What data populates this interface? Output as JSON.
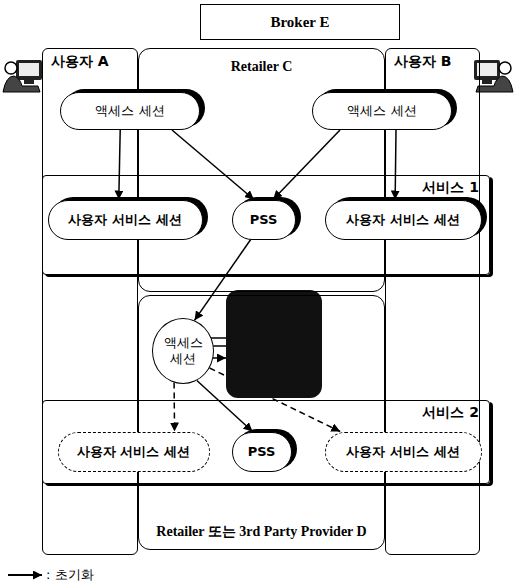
{
  "diagram": {
    "nodes": [
      {
        "text": [
          "Broker E"
        ]
      },
      {
        "text": [
          "사용자 A"
        ]
      },
      {
        "text": [
          "Retailer C"
        ]
      },
      {
        "text": [
          "사용자 B"
        ]
      },
      {
        "text": [
          "액세스 세션"
        ]
      },
      {
        "text": [
          "액세스 세션"
        ]
      },
      {
        "text": [
          "서비스 1"
        ]
      },
      {
        "text": [
          "사용자 서비스 세션"
        ],
        "in": 6
      },
      {
        "text": [
          "PSS"
        ],
        "in": 6
      },
      {
        "text": [
          "사용자 서비스 세션"
        ],
        "in": 6
      },
      {
        "text": [
          "Retailer 또는 3rd Party Provider D"
        ]
      },
      {
        "text": [
          "액세스 세션"
        ]
      },
      {
        "text": [
          "서비스 2"
        ]
      },
      {
        "text": [
          "사용자 서비스 세션"
        ],
        "in": 12
      },
      {
        "text": [
          "PSS"
        ],
        "in": 12
      },
      {
        "text": [
          "사용자 서비스 세션"
        ],
        "in": 12
      }
    ],
    "edges": [
      {
        "from": 4,
        "to": 7,
        "arrow": "to"
      },
      {
        "from": 4,
        "to": 8,
        "arrow": "to"
      },
      {
        "from": 5,
        "to": 8,
        "arrow": "to"
      },
      {
        "from": 5,
        "to": 9,
        "arrow": "to"
      },
      {
        "from": 8,
        "to": 11,
        "arrow": "to"
      },
      {
        "from": 11,
        "to": 13,
        "arrow": "to"
      },
      {
        "from": 11,
        "to": 14,
        "arrow": "to"
      },
      {
        "from": 11,
        "to": 15,
        "arrow": "to"
      }
    ],
    "legend": [
      {
        "text": ": 초기화"
      }
    ]
  }
}
